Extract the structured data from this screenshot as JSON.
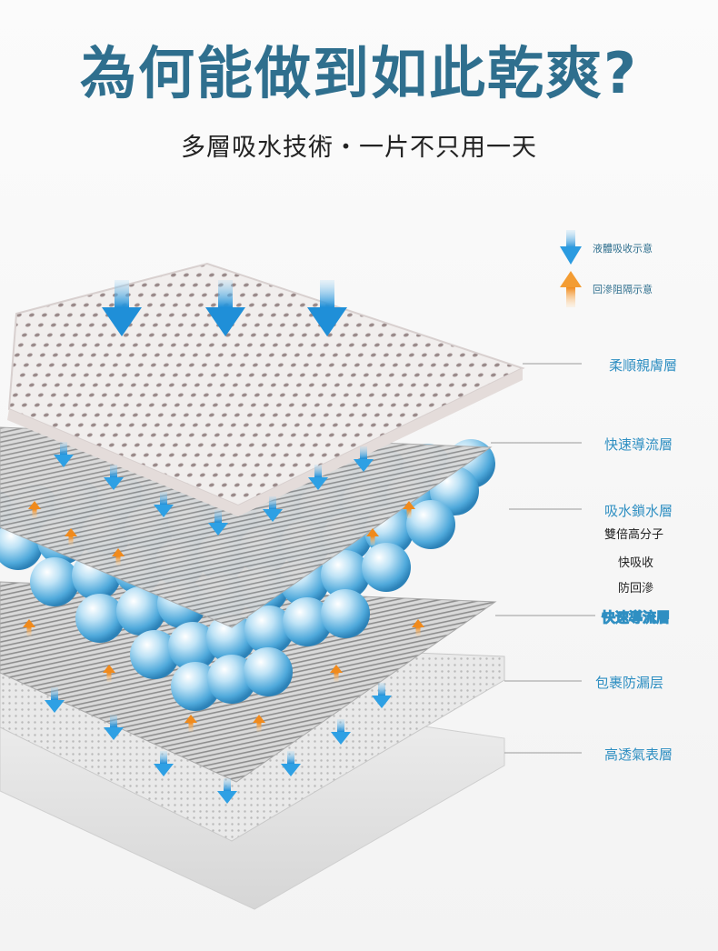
{
  "header": {
    "title": "為何能做到如此乾爽?",
    "subtitle": "多層吸水技術・一片不只用一天"
  },
  "legend": {
    "absorb_label": "液體吸收示意",
    "block_label": "回滲阻隔示意",
    "absorb_color": "#2b9be0",
    "block_color": "#f39c33"
  },
  "layers": {
    "soft_top": "柔順親膚層",
    "fast_flow_1": "快速導流層",
    "absorb_lock": "吸水鎖水層",
    "polymer_note": "雙倍高分子",
    "fast_absorb": "快吸收",
    "anti_backflow": "防回滲",
    "fast_flow_2": "快速導流層",
    "leak_proof": "包裹防漏层",
    "breathable_bottom": "高透氣表層"
  },
  "colors": {
    "title": "#2f6f8e",
    "label": "#2f8fc2",
    "bead": "#7cc4ec"
  }
}
